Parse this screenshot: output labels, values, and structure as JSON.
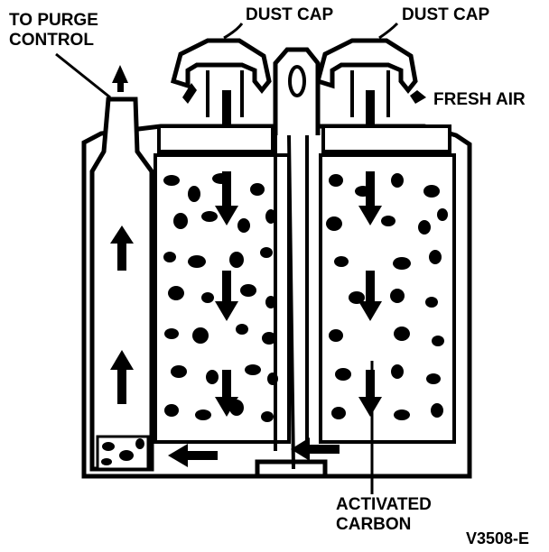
{
  "labels": {
    "purge_line1": "TO PURGE",
    "purge_line2": "CONTROL",
    "dust_cap_left": "DUST CAP",
    "dust_cap_right": "DUST CAP",
    "fresh_air": "FRESH AIR",
    "carbon_line1": "ACTIVATED",
    "carbon_line2": "CARBON",
    "figure_code": "V3508-E"
  }
}
